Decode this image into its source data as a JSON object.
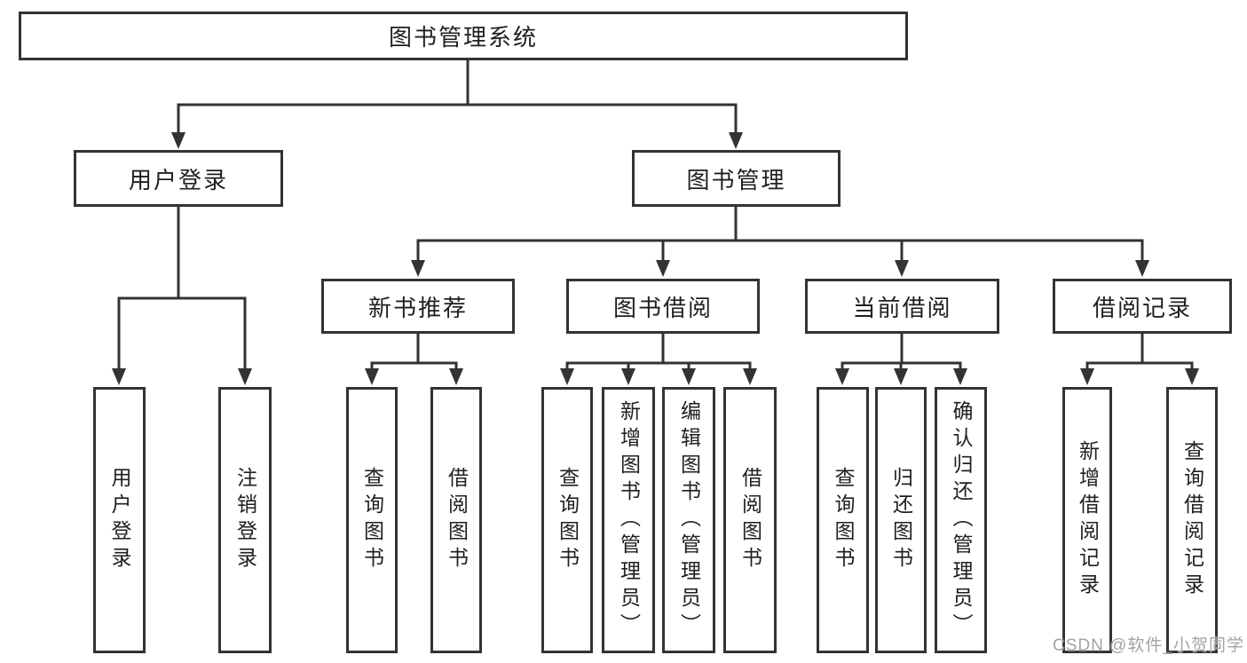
{
  "colors": {
    "line": "#333333",
    "box_border": "#333333",
    "text": "#1f1f1f",
    "watermark": "#a3a3a3",
    "background": "#ffffff"
  },
  "tree": {
    "root": "图书管理系统",
    "level1": [
      {
        "label": "用户登录",
        "leaves": [
          "用户登录",
          "注销登录"
        ]
      },
      {
        "label": "图书管理",
        "children": [
          {
            "label": "新书推荐",
            "leaves": [
              "查询图书",
              "借阅图书"
            ]
          },
          {
            "label": "图书借阅",
            "leaves": [
              "查询图书",
              "新增图书（管理员）",
              "编辑图书（管理员）",
              "借阅图书"
            ]
          },
          {
            "label": "当前借阅",
            "leaves": [
              "查询图书",
              "归还图书",
              "确认归还（管理员）"
            ]
          },
          {
            "label": "借阅记录",
            "leaves": [
              "新增借阅记录",
              "查询借阅记录"
            ]
          }
        ]
      }
    ]
  },
  "watermark": {
    "text": "CSDN @软件_小贺同学"
  }
}
